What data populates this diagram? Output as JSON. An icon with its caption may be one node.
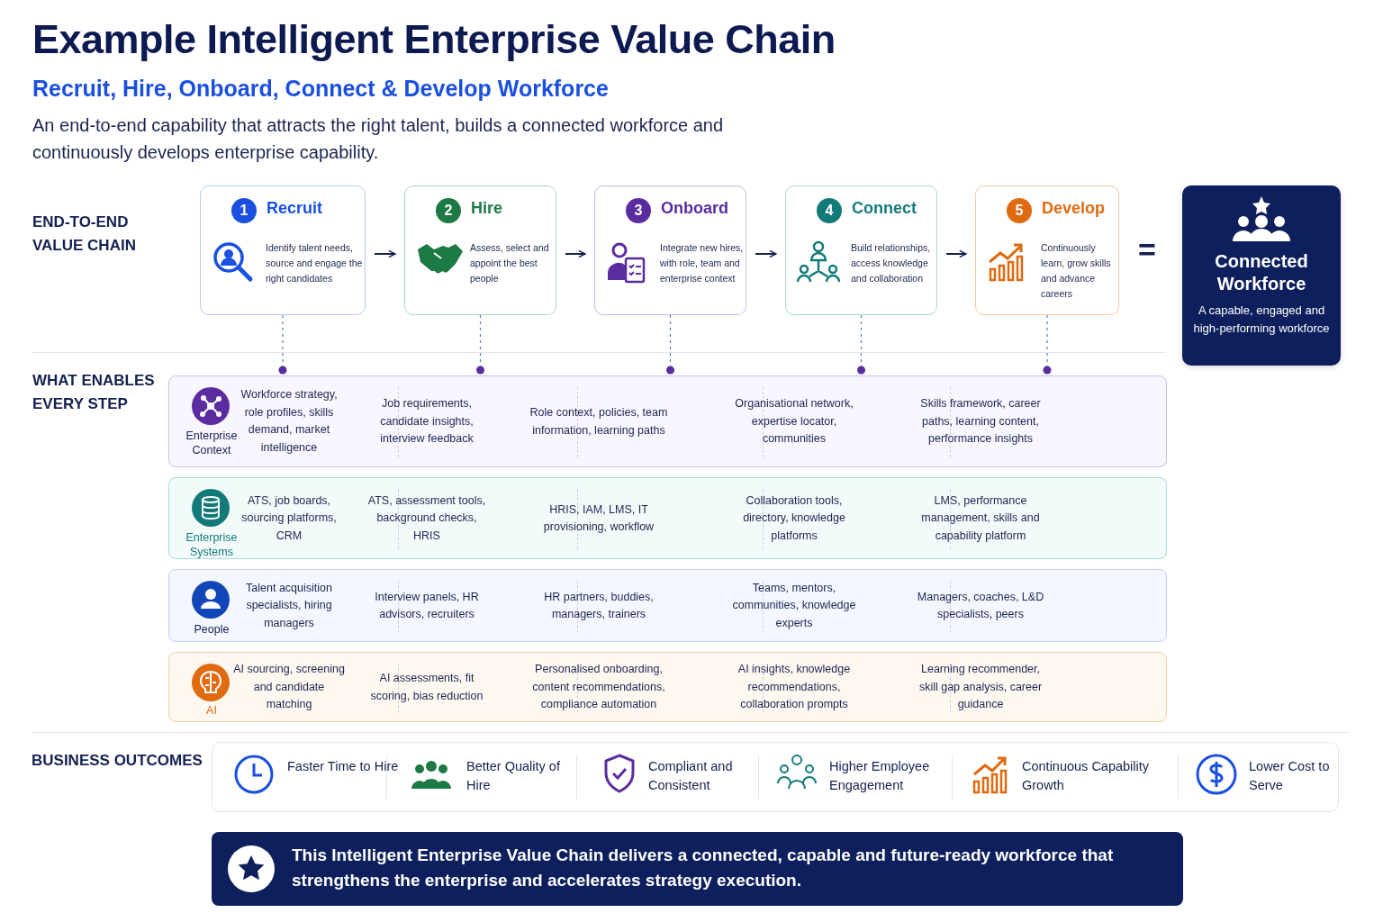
{
  "diagram": {
    "title": "Example Intelligent Enterprise Value Chain",
    "nodes": [
      {
        "text": [
          "1",
          "Recruit",
          "Identify talent needs, source and engage the right candidates"
        ]
      },
      {
        "text": [
          "2",
          "Hire",
          "Assess, select and appoint the best people"
        ]
      },
      {
        "text": [
          "3",
          "Onboard",
          "Integrate new hires, with role, team and enterprise context"
        ]
      },
      {
        "text": [
          "4",
          "Connect",
          "Build relationships, access knowledge and collaboration"
        ]
      },
      {
        "text": [
          "5",
          "Develop",
          "Continuously learn, grow skills and advance careers"
        ]
      },
      {
        "text": [
          "Connected Workforce",
          "A capable, engaged and high-performing workforce"
        ]
      },
      {
        "text": [
          "Enterprise Context",
          "Workforce strategy, role profiles, skills demand, market intelligence",
          "Job requirements, candidate insights, interview feedback",
          "Role context, policies, team information, learning paths",
          "Organisational network, expertise locator, communities",
          "Skills framework, career paths, learning content, performance insights"
        ]
      },
      {
        "text": [
          "Enterprise Systems",
          "ATS, job boards, sourcing platforms, CRM",
          "ATS, assessment tools, background checks, HRIS",
          "HRIS, IAM, LMS, IT provisioning, workflow",
          "Collaboration tools, directory, knowledge platforms",
          "LMS, performance management, skills and capability platform"
        ]
      },
      {
        "text": [
          "People",
          "Talent acquisition specialists, hiring managers",
          "Interview panels, HR advisors, recruiters",
          "HR partners, buddies, managers, trainers",
          "Teams, mentors, communities, knowledge experts",
          "Managers, coaches, L&D specialists, peers"
        ]
      },
      {
        "text": [
          "AI",
          "AI sourcing, screening and candidate matching",
          "AI assessments, fit scoring, bias reduction",
          "Personalised onboarding, content recommendations, compliance automation",
          "AI insights, knowledge recommendations, collaboration prompts",
          "Learning recommender, skill gap analysis, career guidance"
        ]
      },
      {
        "text": [
          "This Intelligent Enterprise Value Chain delivers a connected, capable and future-ready workforce that strengthens the enterprise and accelerates strategy execution."
        ]
      }
    ],
    "edges": [
      {
        "from": 0,
        "to": 1,
        "arrow": "to",
        "color": "#14204f"
      },
      {
        "from": 1,
        "to": 2,
        "arrow": "to",
        "color": "#14204f"
      },
      {
        "from": 2,
        "to": 3,
        "arrow": "to",
        "color": "#14204f"
      },
      {
        "from": 3,
        "to": 4,
        "arrow": "to",
        "color": "#14204f"
      },
      {
        "from": 0,
        "to": 6,
        "arrow": "other",
        "style": "dashed"
      },
      {
        "from": 1,
        "to": 6,
        "arrow": "other",
        "style": "dashed"
      },
      {
        "from": 2,
        "to": 6,
        "arrow": "other",
        "style": "dashed"
      },
      {
        "from": 3,
        "to": 6,
        "arrow": "other",
        "style": "dashed"
      },
      {
        "from": 4,
        "to": 6,
        "arrow": "other",
        "style": "dashed"
      }
    ],
    "labels": [
      "Recruit, Hire, Onboard, Connect & Develop Workforce",
      "An end-to-end capability that attracts the right talent, builds a connected workforce and continuously develops enterprise capability.",
      "END-TO-END VALUE CHAIN",
      "=",
      "WHAT ENABLES EVERY STEP",
      "BUSINESS OUTCOMES",
      "Faster Time to Hire",
      "Better Quality of Hire",
      "Compliant and Consistent",
      "Higher Employee Engagement",
      "Continuous Capability Growth",
      "Lower Cost to Serve"
    ]
  }
}
